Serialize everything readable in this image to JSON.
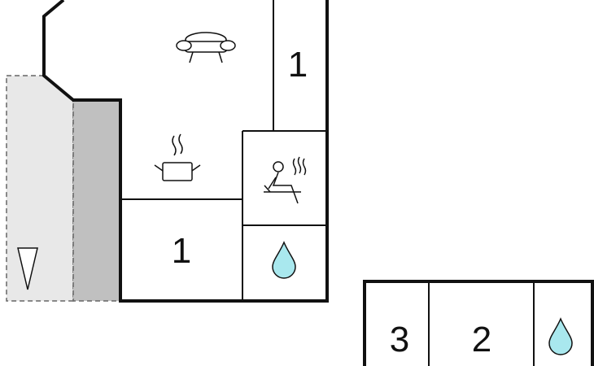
{
  "colors": {
    "wall": "#111111",
    "terrace_fill": "#e8e8e8",
    "terrace_border": "#666666",
    "carport_fill": "#c0c0c0",
    "water": "#a9e8ee",
    "background": "#ffffff"
  },
  "main_building": {
    "rooms": [
      {
        "id": "living-room",
        "icon": "sofa-icon"
      },
      {
        "id": "kitchen",
        "icon": "cooking-pot-icon"
      },
      {
        "id": "bedroom-top-right",
        "label": "1"
      },
      {
        "id": "bedroom-bottom",
        "label": "1"
      },
      {
        "id": "sauna",
        "icon": "sauna-icon"
      },
      {
        "id": "bathroom",
        "icon": "water-drop-icon"
      }
    ],
    "outdoor": [
      {
        "id": "terrace",
        "icon": "triangle-marker-icon"
      },
      {
        "id": "carport"
      }
    ]
  },
  "annex_building": {
    "rooms": [
      {
        "id": "bedroom-3",
        "label": "3"
      },
      {
        "id": "bedroom-2",
        "label": "2"
      },
      {
        "id": "annex-bathroom",
        "icon": "water-drop-icon"
      }
    ]
  }
}
